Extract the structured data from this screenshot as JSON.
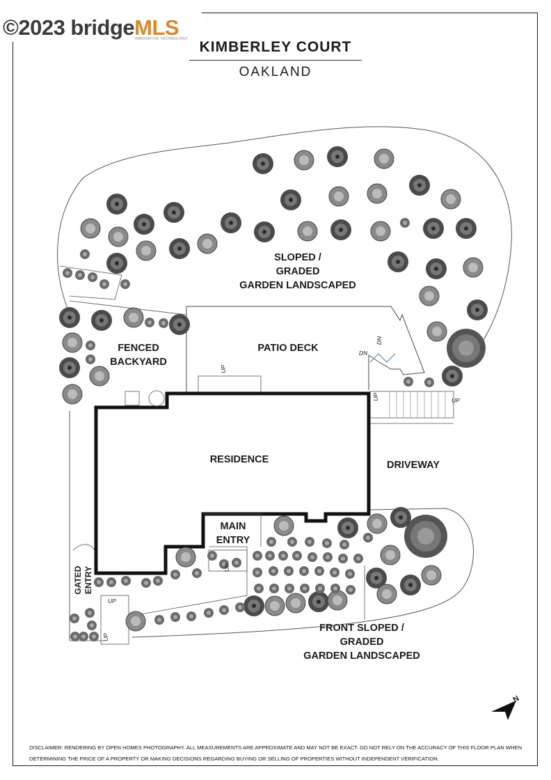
{
  "watermark": {
    "prefix": "©2023 bridge",
    "brand": "MLS",
    "tagline": "INNOVATIVE TECHNOLOGY"
  },
  "header": {
    "title": "KIMBERLEY COURT",
    "subtitle": "OAKLAND"
  },
  "areas": {
    "sloped_garden": [
      "SLOPED /",
      "GRADED",
      "GARDEN LANDSCAPED"
    ],
    "fenced_backyard": [
      "FENCED",
      "BACKYARD"
    ],
    "patio_deck": "PATIO DECK",
    "residence": "RESIDENCE",
    "driveway": "DRIVEWAY",
    "main_entry": [
      "MAIN",
      "ENTRY"
    ],
    "gated_entry": [
      "GATED",
      "ENTRY"
    ],
    "front_garden": [
      "FRONT SLOPED /",
      "GRADED",
      "GARDEN LANDSCAPED"
    ]
  },
  "stairs": {
    "up": "UP",
    "dn": "DN"
  },
  "compass": {
    "label": "N"
  },
  "disclaimer": "Disclaimer: Rendering by Open Homes Photography. All measurements are approximate and may not be exact. Do not rely on the accuracy of this floor plan when determining the price of a property or making decisions regarding buying or selling of properties without independent verification."
}
